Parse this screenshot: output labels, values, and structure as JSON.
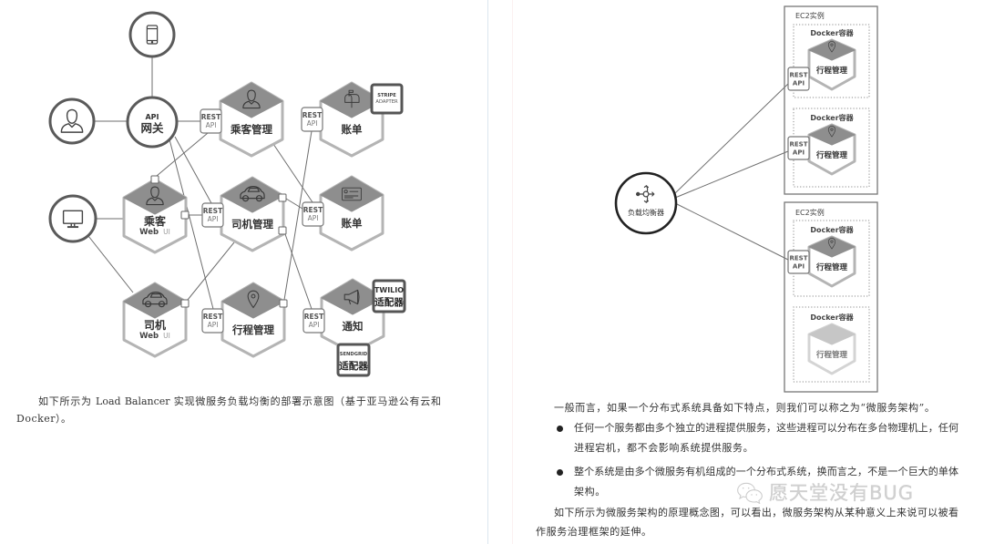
{
  "colors": {
    "hex_face": "#8e8e8e",
    "hex_border": "#b4b4b4",
    "line": "#6e6e6e",
    "circle_border": "#5a5a5a",
    "text": "#2e2e2e",
    "muted_text": "#8a8a8a",
    "watermark": "#c9c9c9",
    "page_divider": "#dbe6ef"
  },
  "left_page": {
    "diagram": {
      "clients": {
        "mobile_icon": "phone-icon",
        "user_icon": "user-icon",
        "browser_icon": "monitor-icon"
      },
      "api_gateway": {
        "top": "API",
        "bottom": "网关"
      },
      "web_uis": [
        {
          "title": "乘客",
          "web": "Web",
          "ui": "UI",
          "icon": "person-icon"
        },
        {
          "title": "司机",
          "web": "Web",
          "ui": "UI",
          "icon": "car-icon"
        }
      ],
      "services": [
        {
          "label": "乘客管理",
          "icon": "person-icon",
          "api": [
            "REST",
            "API"
          ]
        },
        {
          "label": "司机管理",
          "icon": "car-icon",
          "api": [
            "REST",
            "API"
          ]
        },
        {
          "label": "行程管理",
          "icon": "location-pin-icon",
          "api": [
            "REST",
            "API"
          ]
        },
        {
          "label": "账单",
          "icon": "mailbox-icon",
          "api": [
            "REST",
            "API"
          ]
        },
        {
          "label": "账单",
          "icon": "credit-card-icon",
          "api": [
            "REST",
            "API"
          ]
        },
        {
          "label": "通知",
          "icon": "megaphone-icon",
          "api": [
            "REST",
            "API"
          ]
        }
      ],
      "adapters": [
        {
          "top": "STRIPE",
          "bottom": "ADAPTER"
        },
        {
          "top": "TWILIO",
          "bottom": "适配器"
        },
        {
          "top": "SENDGRID",
          "bottom": "适配器"
        }
      ]
    },
    "caption": [
      "如下所示为 Load Balancer 实现微服务负载均衡的部署示意图（基于亚马逊公有云和",
      "Docker）。"
    ]
  },
  "right_page": {
    "diagram": {
      "load_balancer": {
        "label": "负载均衡器",
        "icon": "load-balancer-icon"
      },
      "ec2_instances": [
        {
          "label": "EC2实例",
          "containers": [
            {
              "label": "Docker容器",
              "service": "行程管理",
              "api": [
                "REST",
                "API"
              ],
              "active": true
            },
            {
              "label": "Docker容器",
              "service": "行程管理",
              "api": [
                "REST",
                "API"
              ],
              "active": true
            }
          ]
        },
        {
          "label": "EC2实例",
          "containers": [
            {
              "label": "Docker容器",
              "service": "行程管理",
              "api": [
                "REST",
                "API"
              ],
              "active": true
            },
            {
              "label": "Docker容器",
              "service": "行程管理",
              "active": false
            }
          ]
        }
      ]
    },
    "intro": "一般而言，如果一个分布式系统具备如下特点，则我们可以称之为“微服务架构”。",
    "bullets": [
      [
        "任何一个服务都由多个独立的进程提供服务，这些进程可以分布在多台物理机上，任何",
        "进程宕机，都不会影响系统提供服务。"
      ],
      [
        "整个系统是由多个微服务有机组成的一个分布式系统，换而言之，不是一个巨大的单体",
        "架构。"
      ]
    ],
    "closing": [
      "如下所示为微服务架构的原理概念图，可以看出，微服务架构从某种意义上来说可以被看",
      "作服务治理框架的延伸。"
    ],
    "watermark": "愿天堂没有BUG"
  }
}
